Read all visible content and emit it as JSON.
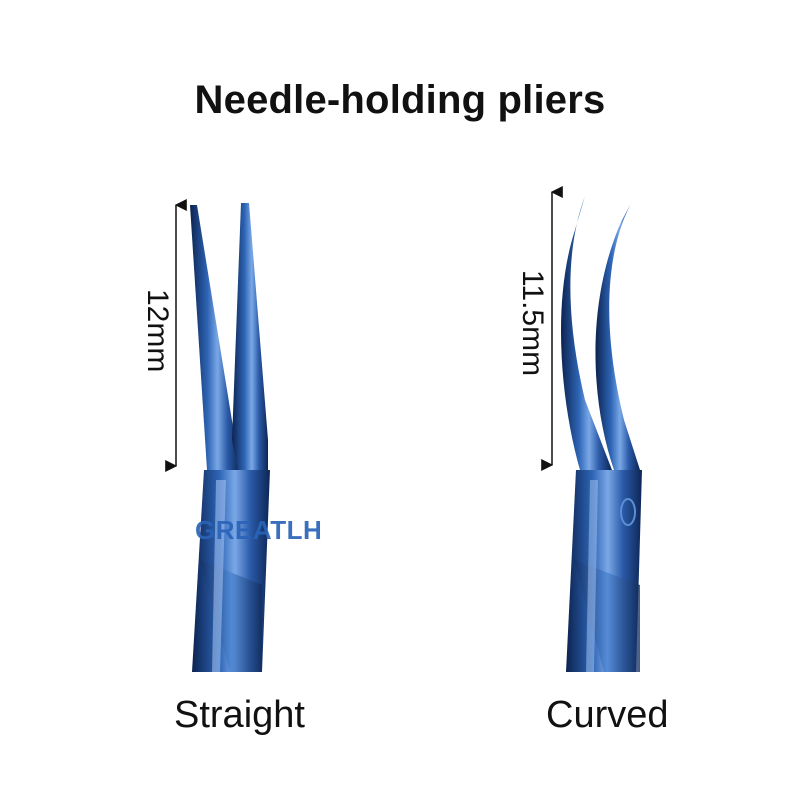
{
  "title": "Needle-holding pliers",
  "watermark": "GREATLH",
  "straight": {
    "caption": "Straight",
    "tip_length_label": "12mm"
  },
  "curved": {
    "caption": "Curved",
    "tip_length_label": "11.5mm"
  },
  "colors": {
    "instrument_dark": "#0f2c5e",
    "instrument_mid": "#2d63b4",
    "instrument_light": "#6f9fe0",
    "watermark": "#2a63b8"
  }
}
